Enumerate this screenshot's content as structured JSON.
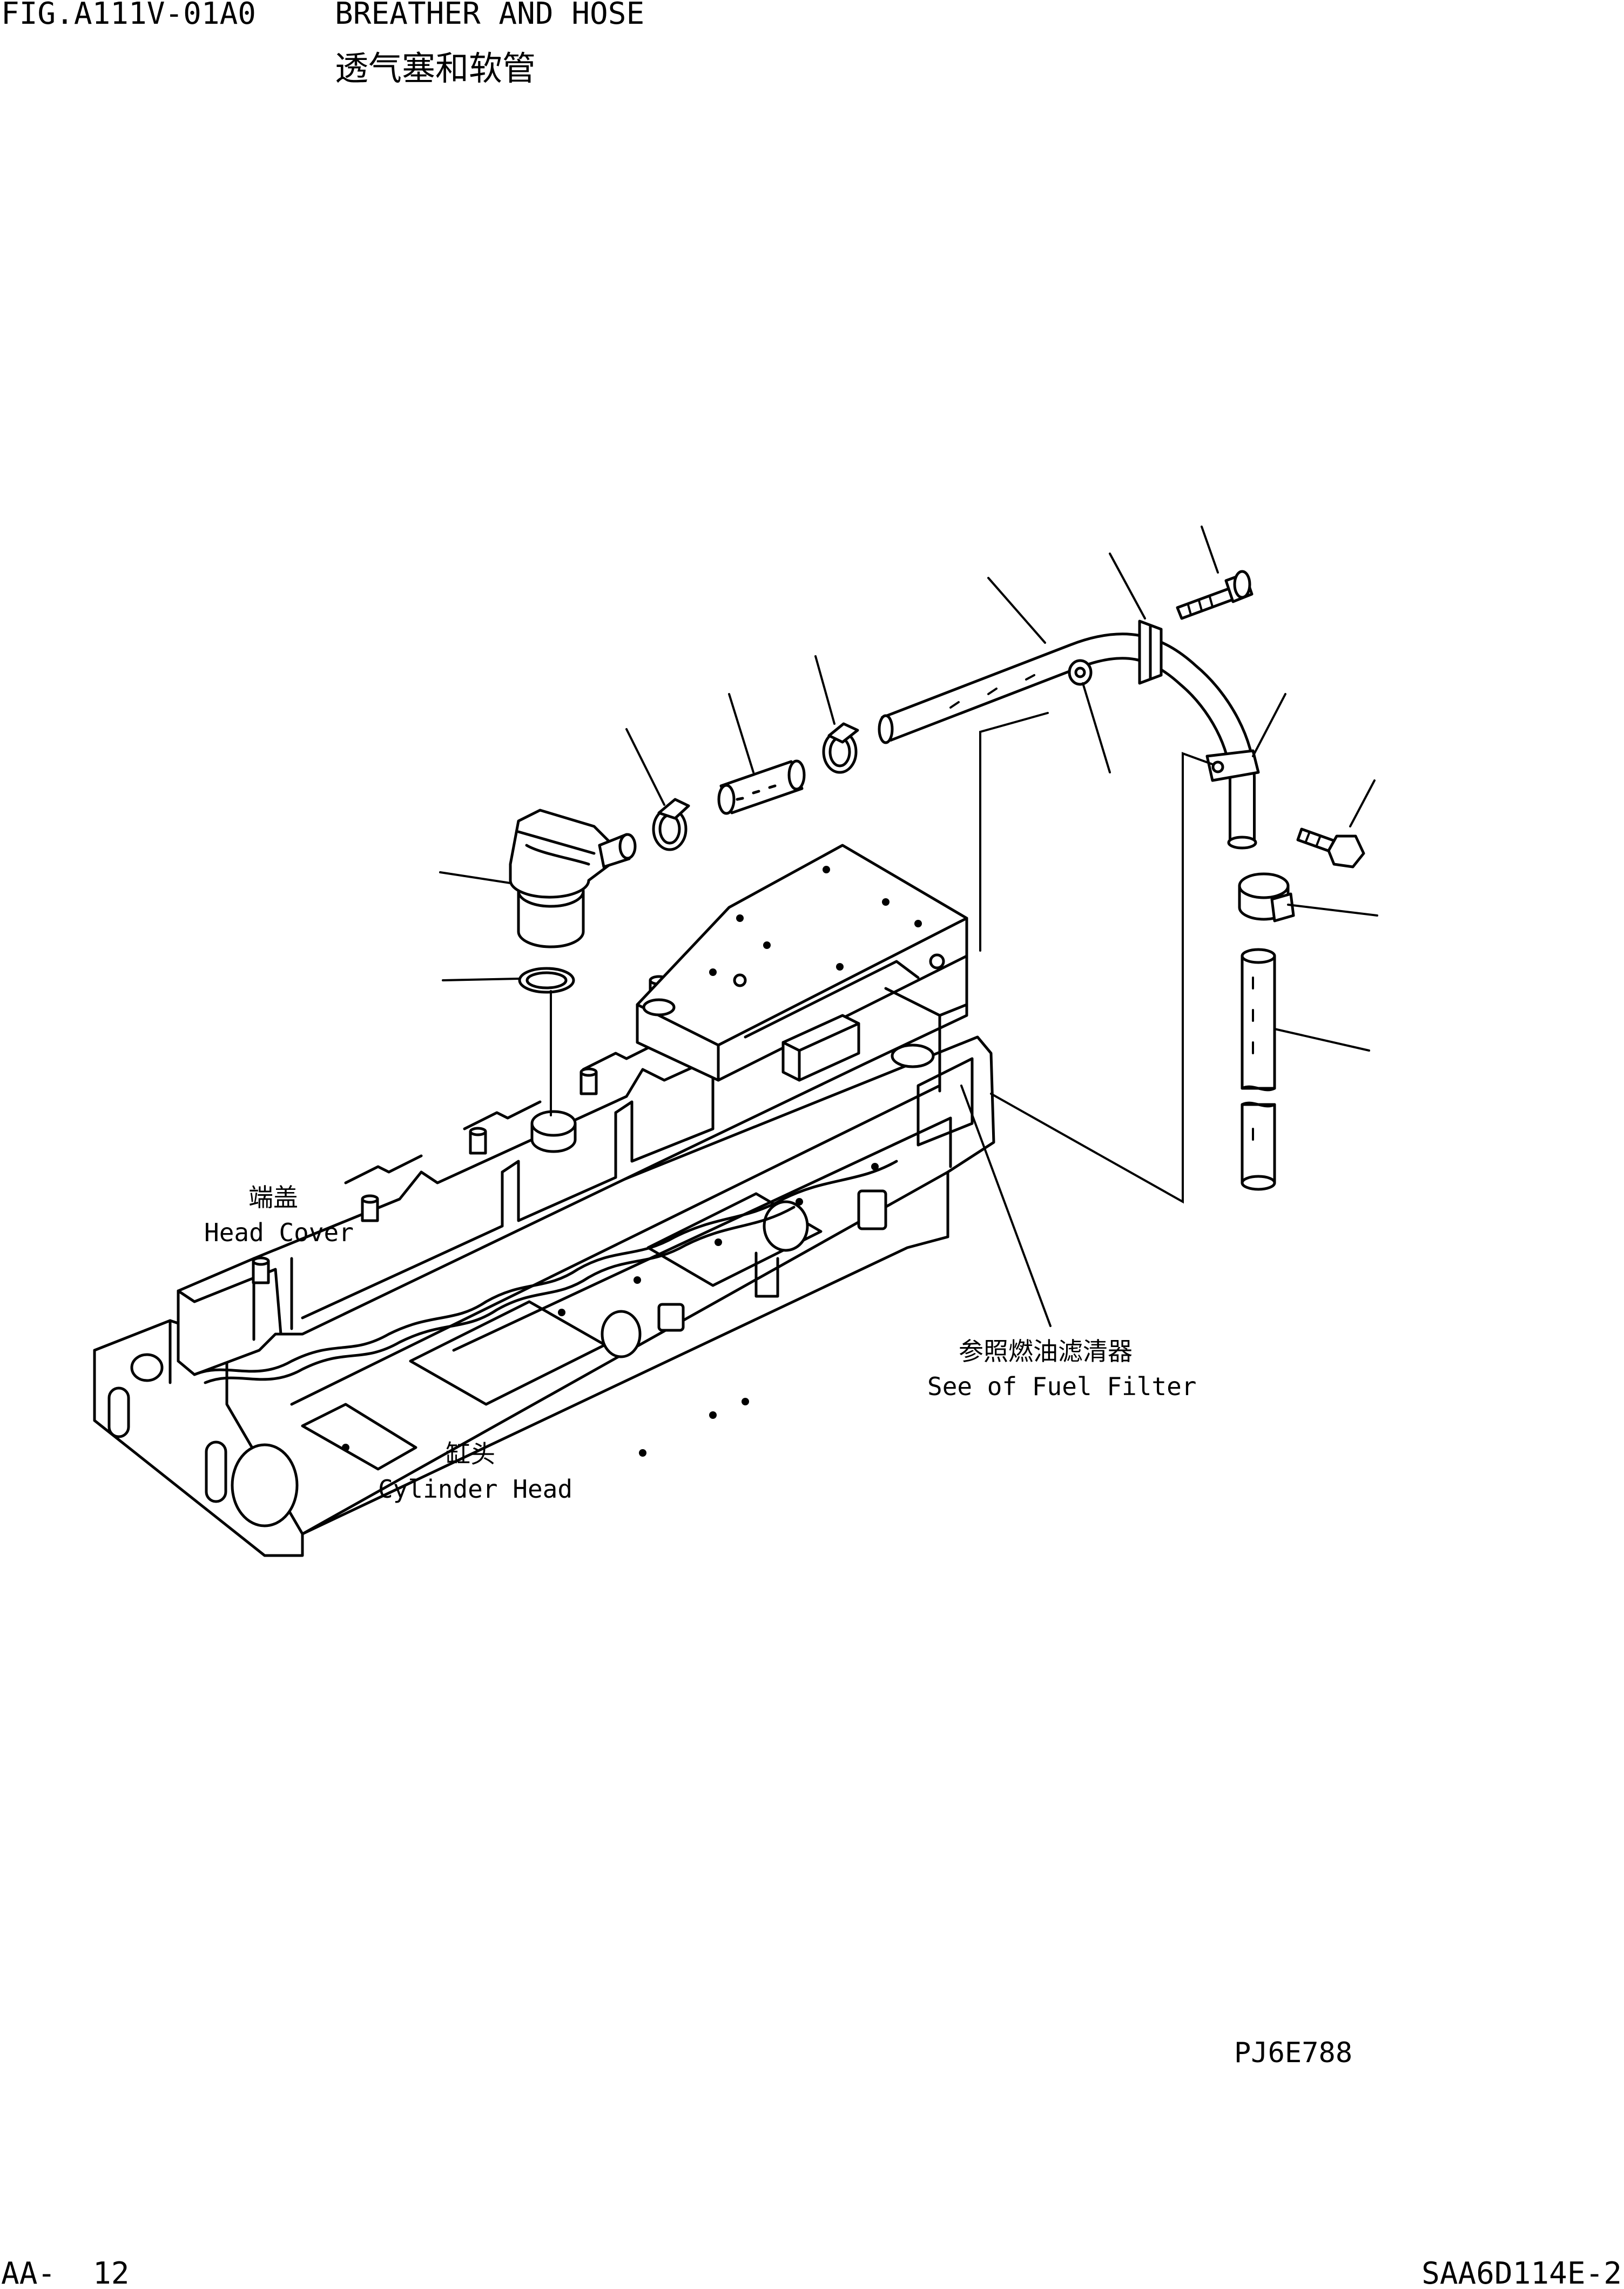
{
  "header": {
    "fig_number": "FIG.A111V-01A0",
    "title_en": "BREATHER AND HOSE",
    "title_cn": "透气塞和软管"
  },
  "labels": {
    "head_cover_cn": "端盖",
    "head_cover_en": "Head Cover",
    "fuel_filter_cn": "参照燃油滤清器",
    "fuel_filter_en": "See of Fuel Filter",
    "cylinder_head_cn": "缸头",
    "cylinder_head_en": "Cylinder Head"
  },
  "drawing_code": "PJ6E788",
  "footer": {
    "page_prefix": "AA-",
    "page_number": "12",
    "model_code": "SAA6D114E-2"
  }
}
